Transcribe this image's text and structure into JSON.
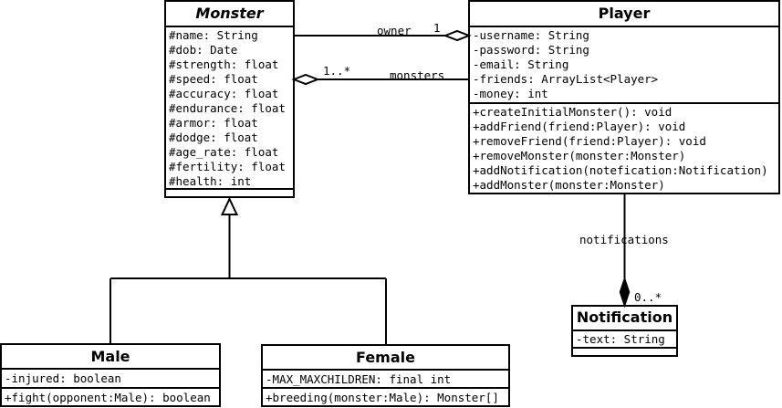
{
  "classes": {
    "monster": {
      "name": "Monster",
      "attributes": [
        "#name: String",
        "#dob: Date",
        "#strength: float",
        "#speed: float",
        "#accuracy: float",
        "#endurance: float",
        "#armor: float",
        "#dodge: float",
        "#age_rate: float",
        "#fertility: float",
        "#health: int"
      ],
      "methods": []
    },
    "player": {
      "name": "Player",
      "attributes": [
        "-username: String",
        "-password: String",
        "-email: String",
        "-friends: ArrayList<Player>",
        "-money: int"
      ],
      "methods": [
        "+createInitialMonster(): void",
        "+addFriend(friend:Player): void",
        "+removeFriend(friend:Player): void",
        "+removeMonster(monster:Monster)",
        "+addNotification(notefication:Notification)",
        "+addMonster(monster:Monster)"
      ]
    },
    "notification": {
      "name": "Notification",
      "attributes": [
        "-text: String"
      ],
      "methods": []
    },
    "male": {
      "name": "Male",
      "attributes": [
        "-injured: boolean"
      ],
      "methods": [
        "+fight(opponent:Male): boolean"
      ]
    },
    "female": {
      "name": "Female",
      "attributes": [
        "-MAX_MAXCHILDREN: final int"
      ],
      "methods": [
        "+breeding(monster:Male): Monster[]"
      ]
    }
  },
  "associations": {
    "owner": {
      "role": "owner",
      "multiplicity": "1"
    },
    "monsters": {
      "role": "monsters",
      "multiplicity": "1..*"
    },
    "notifications": {
      "role": "notifications",
      "multiplicity": "0..*"
    }
  }
}
